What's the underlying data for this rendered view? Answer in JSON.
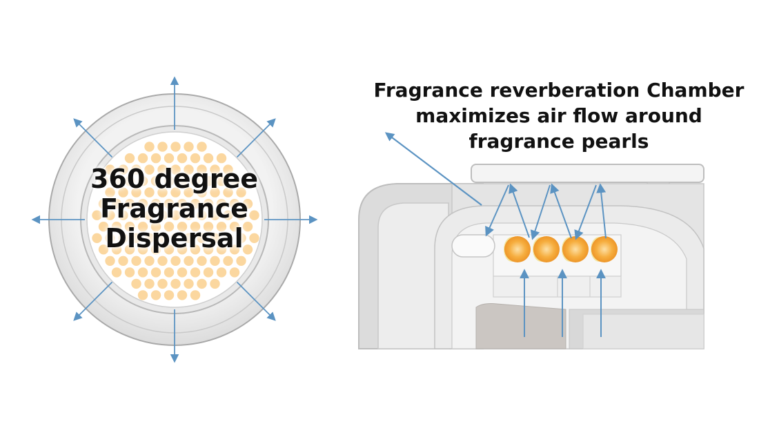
{
  "left_panel": {
    "caption_lines": [
      "360 degree",
      "Fragrance",
      "Dispersal"
    ]
  },
  "right_panel": {
    "caption_lines": [
      "Fragrance reverberation Chamber",
      "maximizes air flow around",
      "fragrance pearls"
    ],
    "pearl_count": 4
  },
  "colors": {
    "arrow": "#5b93c2",
    "ring_outer": "#e6e6e6",
    "ring_stroke": "#b4b4b4",
    "pearl_light": "#fbd79f",
    "pearl_core": "#f4a93a",
    "pearl_edge": "#f2e6a1",
    "housing": "#d9d9d9",
    "housing_light": "#ececec"
  }
}
